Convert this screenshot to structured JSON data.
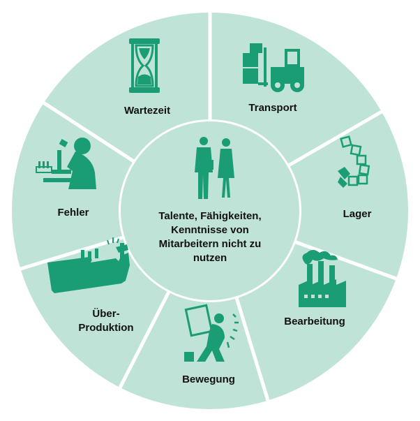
{
  "center": {
    "lines": [
      "Talente, Fähigkeiten,",
      "Kenntnisse von",
      "Mitarbeitern nicht zu",
      "nutzen"
    ]
  },
  "segments": [
    {
      "id": "transport",
      "label": "Transport",
      "icon": "forklift-icon"
    },
    {
      "id": "lager",
      "label": "Lager",
      "icon": "stacked-boxes-icon"
    },
    {
      "id": "bearbeitung",
      "label": "Bearbeitung",
      "icon": "factory-icon"
    },
    {
      "id": "bewegung",
      "label": "Bewegung",
      "icon": "person-carrying-box-icon"
    },
    {
      "id": "ueberproduktion",
      "lines": [
        "Über-",
        "Produktion"
      ],
      "icon": "overflowing-desk-icon"
    },
    {
      "id": "fehler",
      "label": "Fehler",
      "icon": "microscope-worker-icon"
    },
    {
      "id": "wartezeit",
      "label": "Wartezeit",
      "icon": "hourglass-icon"
    }
  ],
  "colors": {
    "segment_fill": "#bfe3d6",
    "center_fill": "#bfe3d6",
    "icon": "#1a9c74",
    "divider": "#ffffff",
    "text": "#111111"
  }
}
